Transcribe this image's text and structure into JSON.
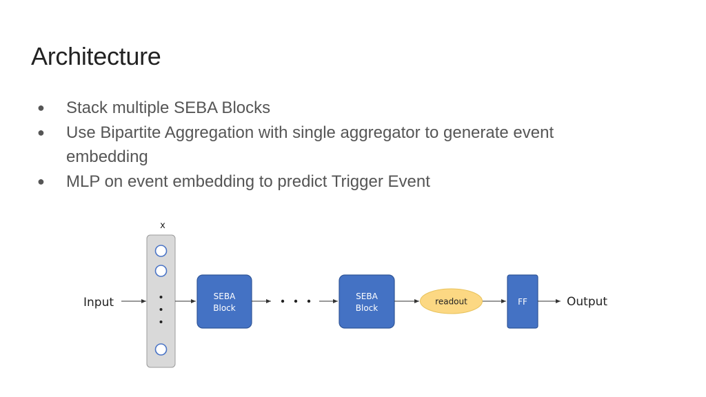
{
  "slide": {
    "title": "Architecture",
    "bullets": [
      "Stack multiple SEBA Blocks",
      "Use Bipartite Aggregation with single aggregator to generate event embedding",
      "MLP on event embedding to predict Trigger Event"
    ]
  },
  "diagram": {
    "x_label": "x",
    "input_label": "Input",
    "node_column_dots": "•",
    "block1_line1": "SEBA",
    "block1_line2": "Block",
    "ellipsis": "• • •",
    "block2_line1": "SEBA",
    "block2_line2": "Block",
    "readout_label": "readout",
    "ff_label": "FF",
    "output_label": "Output"
  },
  "colors": {
    "block_fill": "#4472c4",
    "block_stroke": "#2f5597",
    "readout_fill": "#fcd883",
    "column_fill": "#d9d9d9",
    "node_stroke": "#4a74c6",
    "text_muted": "#555555",
    "title_text": "#222222"
  }
}
